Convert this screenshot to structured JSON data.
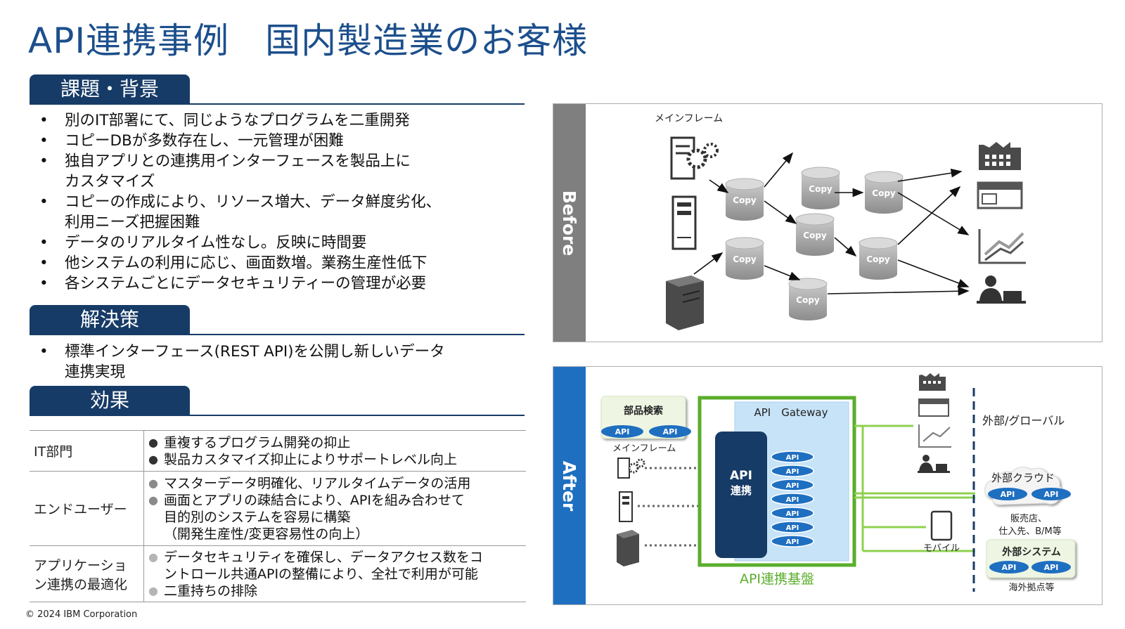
{
  "title": "API連携事例　国内製造業のお客様",
  "sections": {
    "issues": {
      "heading": "課題・背景",
      "bullets": [
        {
          "l1": "別のIT部署にて、同じようなプログラムを二重開発",
          "l2": ""
        },
        {
          "l1": "コピーDBが多数存在し、一元管理が困難",
          "l2": ""
        },
        {
          "l1": "独自アプリとの連携用インターフェースを製品上に",
          "l2": "カスタマイズ"
        },
        {
          "l1": "コピーの作成により、リソース増大、データ鮮度劣化、",
          "l2": "利用ニーズ把握困難"
        },
        {
          "l1": "データのリアルタイム性なし。反映に時間要",
          "l2": ""
        },
        {
          "l1": "他システムの利用に応じ、画面数増。業務生産性低下",
          "l2": ""
        },
        {
          "l1": "各システムごとにデータセキュリティーの管理が必要",
          "l2": ""
        }
      ]
    },
    "solution": {
      "heading": "解決策",
      "bullets": [
        {
          "l1": "標準インターフェース(REST API)を公開し新しいデータ",
          "l2": "連携実現"
        }
      ]
    },
    "effects": {
      "heading": "効果",
      "rows": [
        {
          "category": "IT部門",
          "points": [
            {
              "l1": "重複するプログラム開発の抑止",
              "l2": "",
              "l3": ""
            },
            {
              "l1": "製品カスタマイズ抑止によりサポートレベル向上",
              "l2": "",
              "l3": ""
            }
          ]
        },
        {
          "category": "エンドユーザー",
          "points": [
            {
              "l1": "マスターデータ明確化、リアルタイムデータの活用",
              "l2": "",
              "l3": ""
            },
            {
              "l1": "画面とアプリの疎結合により、APIを組み合わせて",
              "l2": "目的別のシステムを容易に構築",
              "l3": "（開発生産性/変更容易性の向上）"
            }
          ]
        },
        {
          "category": "アプリケーション連携の最適化",
          "cat_l1": "アプリケーショ",
          "cat_l2": "ン連携の最適化",
          "points": [
            {
              "l1": "データセキュリティを確保し、データアクセス数をコ",
              "l2": "ントロール共通APIの整備により、全社で利用が可能",
              "l3": ""
            },
            {
              "l1": "二重持ちの排除",
              "l2": "",
              "l3": ""
            }
          ]
        }
      ]
    }
  },
  "copyright": "© 2024 IBM Corporation",
  "before": {
    "label": "Before",
    "mainframe_label": "メインフレーム",
    "copy_label": "Copy",
    "sidebar_color": "#7f7f7f"
  },
  "after": {
    "label": "After",
    "sidebar_color": "#1f6fc1",
    "parts_search": "部品検索",
    "mainframe_label": "メインフレーム",
    "gateway_label": "API　Gateway",
    "api_core_l1": "API",
    "api_core_l2": "連携",
    "api_label": "API",
    "platform_label": "API連携基盤",
    "external_global": "外部/グローバル",
    "external_cloud": "外部クラウド",
    "vendors_l1": "販売店、",
    "vendors_l2": "仕入先、B/M等",
    "mobile": "モバイル",
    "external_system": "外部システム",
    "overseas": "海外拠点等",
    "platform_color": "#5aad2c",
    "gateway_color": "#c7e3f7"
  }
}
